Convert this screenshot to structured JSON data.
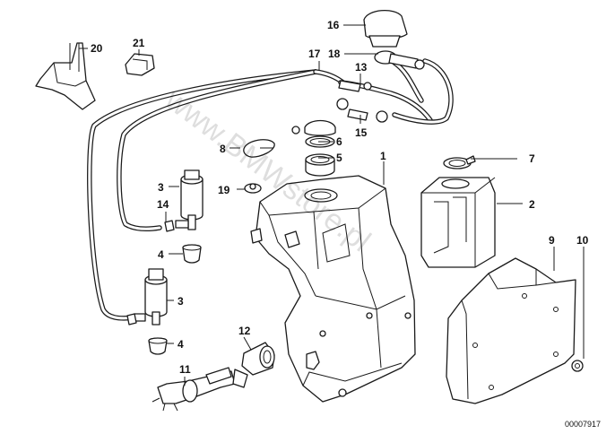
{
  "watermark": "www.BMWstore.pl",
  "diagram_code": "00007917",
  "callouts": [
    {
      "id": "c1",
      "label": "1"
    },
    {
      "id": "c2",
      "label": "2"
    },
    {
      "id": "c3a",
      "label": "3"
    },
    {
      "id": "c3b",
      "label": "3"
    },
    {
      "id": "c4a",
      "label": "4"
    },
    {
      "id": "c4b",
      "label": "4"
    },
    {
      "id": "c5",
      "label": "5"
    },
    {
      "id": "c6",
      "label": "6"
    },
    {
      "id": "c7",
      "label": "7"
    },
    {
      "id": "c8",
      "label": "8"
    },
    {
      "id": "c9",
      "label": "9"
    },
    {
      "id": "c10",
      "label": "10"
    },
    {
      "id": "c11",
      "label": "11"
    },
    {
      "id": "c12",
      "label": "12"
    },
    {
      "id": "c13",
      "label": "13"
    },
    {
      "id": "c14",
      "label": "14"
    },
    {
      "id": "c15",
      "label": "15"
    },
    {
      "id": "c16",
      "label": "16"
    },
    {
      "id": "c17",
      "label": "17"
    },
    {
      "id": "c18",
      "label": "18"
    },
    {
      "id": "c19",
      "label": "19"
    },
    {
      "id": "c20",
      "label": "20"
    },
    {
      "id": "c21",
      "label": "21"
    }
  ]
}
